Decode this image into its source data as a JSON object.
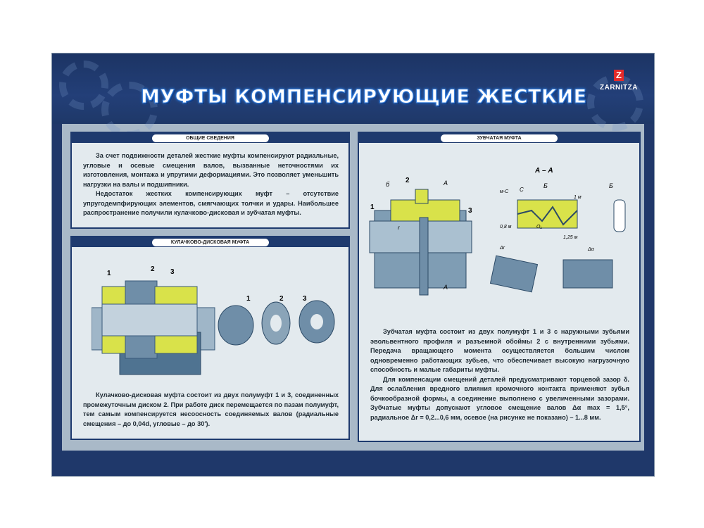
{
  "header": {
    "title": "МУФТЫ КОМПЕНСИРУЮЩИЕ ЖЕСТКИЕ",
    "logo_text": "ZARNITZA",
    "logo_mark": "Z"
  },
  "general": {
    "heading": "ОБЩИЕ СВЕДЕНИЯ",
    "paragraphs": [
      "За счет подвижности деталей жесткие муфты компенсируют радиальные, угловые и осевые смещения валов, вызванные неточностями их изготовления, монтажа и упругими деформациями. Это позволяет уменьшить нагрузки на валы и подшипники.",
      "Недостаток жестких компенсирующих муфт – отсутствие упругодемпфирующих элементов, смягчающих толчки и удары. Наибольшее распространение получили кулачково-дисковая и зубчатая муфты."
    ]
  },
  "cam_disc": {
    "heading": "КУЛАЧКОВО-ДИСКОВАЯ МУФТА",
    "labels": [
      "1",
      "2",
      "3"
    ],
    "paragraphs": [
      "Кулачково-дисковая муфта состоит из двух полумуфт 1 и 3, соединенных промежуточным диском 2. При работе диск перемещается по пазам полумуфт, тем самым компенсируется несоосность соединяемых валов (радиальные смещения – до 0,04d, угловые – до 30′)."
    ]
  },
  "gear": {
    "heading": "ЗУБЧАТАЯ МУФТА",
    "labels": {
      "n1": "1",
      "n2": "2",
      "n3": "3",
      "delta": "б",
      "section_mark": "А",
      "section": "А – А",
      "b": "Б",
      "c": "С",
      "r": "r",
      "dim_m": "1 м",
      "dim_125": "1,25 м",
      "dim_08": "0,8 м",
      "dim_ms": "м-С",
      "o1": "О₁",
      "da": "Δα",
      "dr": "Δr"
    },
    "paragraphs": [
      "Зубчатая муфта состоит из двух полумуфт 1 и 3 с наружными зубьями эвольвентного профиля и разъемной обоймы 2 с внутренними зубьями. Передача вращающего момента осуществляется большим числом одновременно работающих зубьев, что обеспечивает высокую нагрузочную способность и малые габариты муфты.",
      "Для компенсации смещений деталей предусматривают торцевой зазор δ. Для ослабления вредного влияния кромочного контакта применяют зубья бочкообразной формы, а соединение выполнено с увеличенными зазорами. Зубчатые муфты допускают угловое смещение валов Δα max = 1,5°, радиальное Δr = 0,2...0,6 мм, осевое (на рисунке не показано) – 1...8 мм."
    ]
  },
  "colors": {
    "navy": "#1e3a6e",
    "hatch": "#d9e24a",
    "panel": "#e3eaee",
    "steel": "#6f8ea8"
  }
}
